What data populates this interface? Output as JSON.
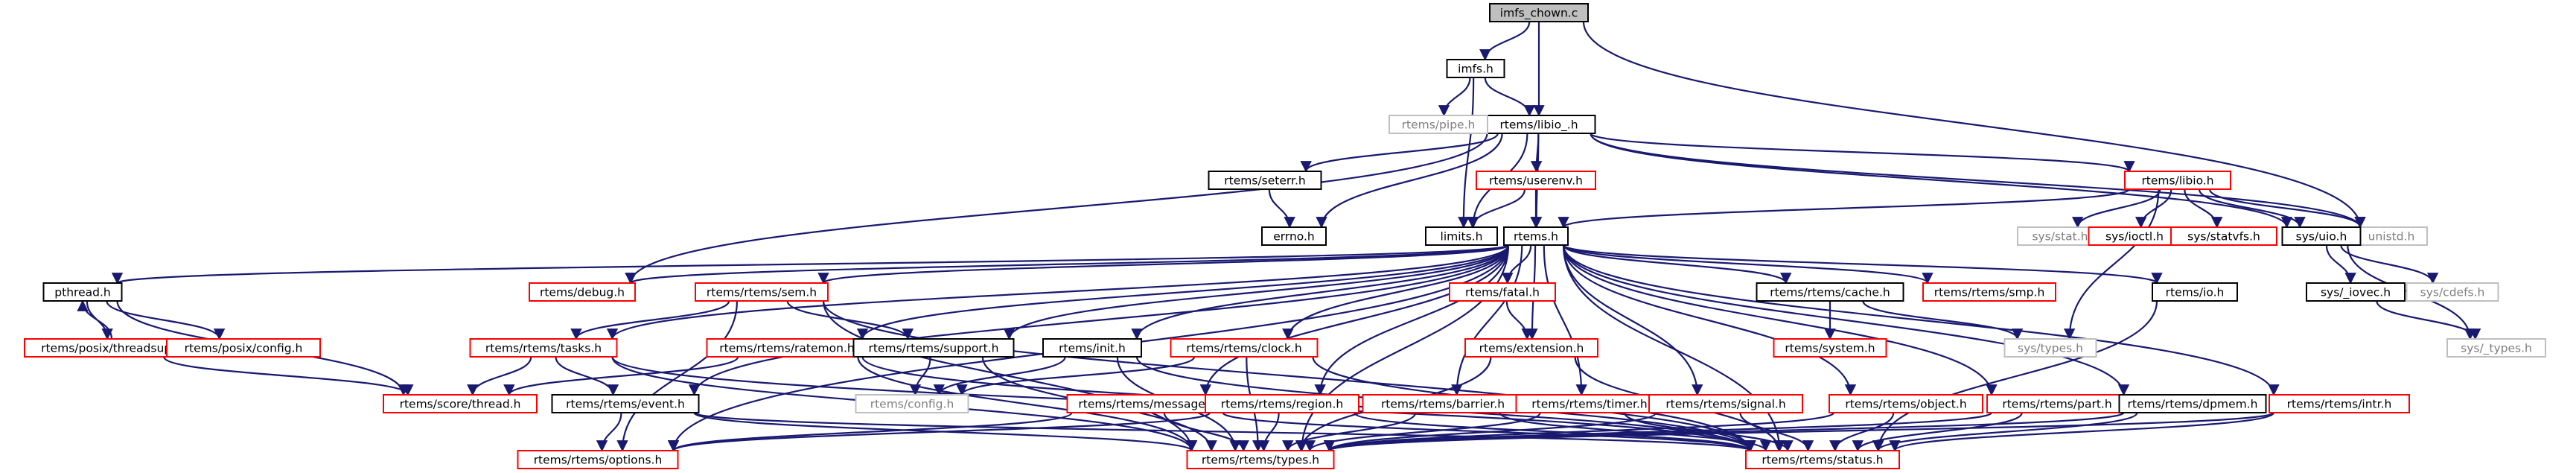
{
  "title": "imfs_chown.c",
  "colors": {
    "edge": "#191970",
    "root_fill": "#bfbfbf",
    "border_documented": "#000000",
    "border_undocumented": "#ff0000",
    "border_external": "#bfbfbf",
    "text": "#000000",
    "text_external": "#7f7f7f"
  },
  "nodes": [
    {
      "id": "root",
      "label": "imfs_chown.c",
      "kind": "root"
    },
    {
      "id": "imfs_h",
      "label": "imfs.h",
      "kind": "documented"
    },
    {
      "id": "rtems_libio_h_priv",
      "label": "rtems/libio_.h",
      "kind": "documented"
    },
    {
      "id": "unistd_h",
      "label": "unistd.h",
      "kind": "external"
    },
    {
      "id": "limits_h",
      "label": "limits.h",
      "kind": "documented"
    },
    {
      "id": "rtems_pipe_h",
      "label": "rtems/pipe.h",
      "kind": "external"
    },
    {
      "id": "rtems_seterr_h",
      "label": "rtems/seterr.h",
      "kind": "documented"
    },
    {
      "id": "rtems_userenv_h",
      "label": "rtems/userenv.h",
      "kind": "incomplete"
    },
    {
      "id": "rtems_libio_h",
      "label": "rtems/libio.h",
      "kind": "incomplete"
    },
    {
      "id": "errno_h",
      "label": "errno.h",
      "kind": "documented"
    },
    {
      "id": "rtems_h",
      "label": "rtems.h",
      "kind": "documented"
    },
    {
      "id": "sys_stat_h",
      "label": "sys/stat.h",
      "kind": "external"
    },
    {
      "id": "sys_ioctl_h",
      "label": "sys/ioctl.h",
      "kind": "incomplete"
    },
    {
      "id": "sys_statvfs_h",
      "label": "sys/statvfs.h",
      "kind": "incomplete"
    },
    {
      "id": "sys_uio_h",
      "label": "sys/uio.h",
      "kind": "documented"
    },
    {
      "id": "pthread_h",
      "label": "pthread.h",
      "kind": "documented"
    },
    {
      "id": "rtems_debug_h",
      "label": "rtems/debug.h",
      "kind": "incomplete"
    },
    {
      "id": "rtems_rtems_sem_h",
      "label": "rtems/rtems/sem.h",
      "kind": "incomplete"
    },
    {
      "id": "rtems_fatal_h",
      "label": "rtems/fatal.h",
      "kind": "incomplete"
    },
    {
      "id": "rtems_rtems_cache_h",
      "label": "rtems/rtems/cache.h",
      "kind": "documented"
    },
    {
      "id": "rtems_rtems_smp_h",
      "label": "rtems/rtems/smp.h",
      "kind": "incomplete"
    },
    {
      "id": "rtems_io_h",
      "label": "rtems/io.h",
      "kind": "documented"
    },
    {
      "id": "sys_iovec_h",
      "label": "sys/_iovec.h",
      "kind": "documented"
    },
    {
      "id": "sys_cdefs_h",
      "label": "sys/cdefs.h",
      "kind": "external"
    },
    {
      "id": "rtems_posix_threadsup_h",
      "label": "rtems/posix/threadsup.h",
      "kind": "incomplete"
    },
    {
      "id": "rtems_posix_config_h",
      "label": "rtems/posix/config.h",
      "kind": "incomplete"
    },
    {
      "id": "rtems_rtems_tasks_h",
      "label": "rtems/rtems/tasks.h",
      "kind": "incomplete"
    },
    {
      "id": "rtems_rtems_ratemon_h",
      "label": "rtems/rtems/ratemon.h",
      "kind": "incomplete"
    },
    {
      "id": "rtems_rtems_support_h",
      "label": "rtems/rtems/support.h",
      "kind": "documented"
    },
    {
      "id": "rtems_init_h",
      "label": "rtems/init.h",
      "kind": "documented"
    },
    {
      "id": "rtems_rtems_clock_h",
      "label": "rtems/rtems/clock.h",
      "kind": "incomplete"
    },
    {
      "id": "rtems_extension_h",
      "label": "rtems/extension.h",
      "kind": "incomplete"
    },
    {
      "id": "rtems_system_h",
      "label": "rtems/system.h",
      "kind": "incomplete"
    },
    {
      "id": "sys_types_h",
      "label": "sys/types.h",
      "kind": "external"
    },
    {
      "id": "sys_types_priv_h",
      "label": "sys/_types.h",
      "kind": "external"
    },
    {
      "id": "rtems_score_thread_h",
      "label": "rtems/score/thread.h",
      "kind": "incomplete"
    },
    {
      "id": "rtems_rtems_event_h",
      "label": "rtems/rtems/event.h",
      "kind": "documented"
    },
    {
      "id": "rtems_config_h",
      "label": "rtems/config.h",
      "kind": "external"
    },
    {
      "id": "rtems_rtems_message_h",
      "label": "rtems/rtems/message.h",
      "kind": "incomplete"
    },
    {
      "id": "rtems_rtems_region_h",
      "label": "rtems/rtems/region.h",
      "kind": "incomplete"
    },
    {
      "id": "rtems_rtems_barrier_h",
      "label": "rtems/rtems/barrier.h",
      "kind": "incomplete"
    },
    {
      "id": "rtems_rtems_timer_h",
      "label": "rtems/rtems/timer.h",
      "kind": "incomplete"
    },
    {
      "id": "rtems_rtems_signal_h",
      "label": "rtems/rtems/signal.h",
      "kind": "incomplete"
    },
    {
      "id": "rtems_rtems_object_h",
      "label": "rtems/rtems/object.h",
      "kind": "incomplete"
    },
    {
      "id": "rtems_rtems_part_h",
      "label": "rtems/rtems/part.h",
      "kind": "incomplete"
    },
    {
      "id": "rtems_rtems_dpmem_h",
      "label": "rtems/rtems/dpmem.h",
      "kind": "documented"
    },
    {
      "id": "rtems_rtems_intr_h",
      "label": "rtems/rtems/intr.h",
      "kind": "incomplete"
    },
    {
      "id": "rtems_rtems_options_h",
      "label": "rtems/rtems/options.h",
      "kind": "incomplete"
    },
    {
      "id": "rtems_rtems_types_h",
      "label": "rtems/rtems/types.h",
      "kind": "incomplete"
    },
    {
      "id": "rtems_rtems_status_h",
      "label": "rtems/rtems/status.h",
      "kind": "incomplete"
    }
  ],
  "edges": [
    [
      "root",
      "imfs_h"
    ],
    [
      "root",
      "rtems_libio_h_priv"
    ],
    [
      "root",
      "unistd_h"
    ],
    [
      "imfs_h",
      "limits_h"
    ],
    [
      "imfs_h",
      "rtems_pipe_h"
    ],
    [
      "imfs_h",
      "rtems_libio_h_priv"
    ],
    [
      "rtems_libio_h_priv",
      "rtems_seterr_h"
    ],
    [
      "rtems_libio_h_priv",
      "rtems_userenv_h"
    ],
    [
      "rtems_libio_h_priv",
      "rtems_libio_h"
    ],
    [
      "rtems_libio_h_priv",
      "errno_h"
    ],
    [
      "rtems_libio_h_priv",
      "limits_h"
    ],
    [
      "rtems_libio_h_priv",
      "rtems_h"
    ],
    [
      "rtems_libio_h_priv",
      "sys_uio_h"
    ],
    [
      "rtems_libio_h_priv",
      "unistd_h"
    ],
    [
      "rtems_libio_h_priv",
      "rtems_debug_h"
    ],
    [
      "rtems_seterr_h",
      "errno_h"
    ],
    [
      "rtems_userenv_h",
      "limits_h"
    ],
    [
      "rtems_userenv_h",
      "rtems_h"
    ],
    [
      "rtems_libio_h",
      "sys_stat_h"
    ],
    [
      "rtems_libio_h",
      "sys_ioctl_h"
    ],
    [
      "rtems_libio_h",
      "sys_statvfs_h"
    ],
    [
      "rtems_libio_h",
      "sys_uio_h"
    ],
    [
      "rtems_libio_h",
      "unistd_h"
    ],
    [
      "rtems_libio_h",
      "rtems_h"
    ],
    [
      "rtems_libio_h",
      "sys_types_h"
    ],
    [
      "rtems_h",
      "pthread_h"
    ],
    [
      "rtems_h",
      "rtems_debug_h"
    ],
    [
      "rtems_h",
      "rtems_rtems_sem_h"
    ],
    [
      "rtems_h",
      "rtems_fatal_h"
    ],
    [
      "rtems_h",
      "rtems_rtems_cache_h"
    ],
    [
      "rtems_h",
      "rtems_rtems_smp_h"
    ],
    [
      "rtems_h",
      "rtems_io_h"
    ],
    [
      "rtems_h",
      "rtems_rtems_tasks_h"
    ],
    [
      "rtems_h",
      "rtems_rtems_ratemon_h"
    ],
    [
      "rtems_h",
      "rtems_rtems_support_h"
    ],
    [
      "rtems_h",
      "rtems_init_h"
    ],
    [
      "rtems_h",
      "rtems_rtems_clock_h"
    ],
    [
      "rtems_h",
      "rtems_extension_h"
    ],
    [
      "rtems_h",
      "rtems_rtems_event_h"
    ],
    [
      "rtems_h",
      "rtems_rtems_message_h"
    ],
    [
      "rtems_h",
      "rtems_rtems_region_h"
    ],
    [
      "rtems_h",
      "rtems_rtems_barrier_h"
    ],
    [
      "rtems_h",
      "rtems_rtems_timer_h"
    ],
    [
      "rtems_h",
      "rtems_rtems_signal_h"
    ],
    [
      "rtems_h",
      "rtems_rtems_object_h"
    ],
    [
      "rtems_h",
      "rtems_rtems_part_h"
    ],
    [
      "rtems_h",
      "rtems_rtems_dpmem_h"
    ],
    [
      "rtems_h",
      "rtems_rtems_intr_h"
    ],
    [
      "rtems_h",
      "rtems_rtems_options_h"
    ],
    [
      "rtems_h",
      "rtems_rtems_types_h"
    ],
    [
      "rtems_h",
      "rtems_rtems_status_h"
    ],
    [
      "sys_uio_h",
      "sys_iovec_h"
    ],
    [
      "sys_uio_h",
      "sys_cdefs_h"
    ],
    [
      "sys_uio_h",
      "sys_types_priv_h"
    ],
    [
      "sys_iovec_h",
      "sys_types_priv_h"
    ],
    [
      "pthread_h",
      "rtems_posix_threadsup_h"
    ],
    [
      "pthread_h",
      "rtems_posix_config_h"
    ],
    [
      "pthread_h",
      "rtems_score_thread_h"
    ],
    [
      "rtems_posix_threadsup_h",
      "pthread_h"
    ],
    [
      "rtems_posix_threadsup_h",
      "rtems_score_thread_h"
    ],
    [
      "rtems_rtems_sem_h",
      "rtems_rtems_tasks_h"
    ],
    [
      "rtems_rtems_sem_h",
      "rtems_rtems_support_h"
    ],
    [
      "rtems_rtems_sem_h",
      "rtems_rtems_options_h"
    ],
    [
      "rtems_rtems_sem_h",
      "rtems_rtems_types_h"
    ],
    [
      "rtems_rtems_sem_h",
      "rtems_rtems_status_h"
    ],
    [
      "rtems_rtems_tasks_h",
      "rtems_score_thread_h"
    ],
    [
      "rtems_rtems_tasks_h",
      "rtems_rtems_event_h"
    ],
    [
      "rtems_rtems_tasks_h",
      "rtems_rtems_types_h"
    ],
    [
      "rtems_rtems_tasks_h",
      "rtems_rtems_status_h"
    ],
    [
      "rtems_rtems_ratemon_h",
      "rtems_score_thread_h"
    ],
    [
      "rtems_rtems_ratemon_h",
      "rtems_rtems_types_h"
    ],
    [
      "rtems_rtems_ratemon_h",
      "rtems_rtems_status_h"
    ],
    [
      "rtems_rtems_support_h",
      "rtems_config_h"
    ],
    [
      "rtems_rtems_support_h",
      "rtems_rtems_types_h"
    ],
    [
      "rtems_init_h",
      "rtems_config_h"
    ],
    [
      "rtems_init_h",
      "rtems_rtems_types_h"
    ],
    [
      "rtems_init_h",
      "rtems_rtems_status_h"
    ],
    [
      "rtems_rtems_clock_h",
      "rtems_config_h"
    ],
    [
      "rtems_rtems_clock_h",
      "rtems_rtems_types_h"
    ],
    [
      "rtems_rtems_clock_h",
      "rtems_rtems_status_h"
    ],
    [
      "rtems_fatal_h",
      "rtems_extension_h"
    ],
    [
      "rtems_extension_h",
      "rtems_rtems_types_h"
    ],
    [
      "rtems_extension_h",
      "rtems_rtems_status_h"
    ],
    [
      "rtems_rtems_cache_h",
      "rtems_system_h"
    ],
    [
      "rtems_rtems_cache_h",
      "sys_types_h"
    ],
    [
      "rtems_io_h",
      "rtems_rtems_status_h"
    ],
    [
      "rtems_rtems_event_h",
      "rtems_rtems_options_h"
    ],
    [
      "rtems_rtems_event_h",
      "rtems_rtems_types_h"
    ],
    [
      "rtems_rtems_event_h",
      "rtems_rtems_status_h"
    ],
    [
      "rtems_rtems_message_h",
      "rtems_rtems_options_h"
    ],
    [
      "rtems_rtems_message_h",
      "rtems_rtems_types_h"
    ],
    [
      "rtems_rtems_message_h",
      "rtems_rtems_status_h"
    ],
    [
      "rtems_rtems_region_h",
      "rtems_rtems_options_h"
    ],
    [
      "rtems_rtems_region_h",
      "rtems_rtems_types_h"
    ],
    [
      "rtems_rtems_region_h",
      "rtems_rtems_status_h"
    ],
    [
      "rtems_rtems_barrier_h",
      "rtems_rtems_types_h"
    ],
    [
      "rtems_rtems_barrier_h",
      "rtems_rtems_status_h"
    ],
    [
      "rtems_rtems_timer_h",
      "rtems_rtems_types_h"
    ],
    [
      "rtems_rtems_timer_h",
      "rtems_rtems_status_h"
    ],
    [
      "rtems_rtems_signal_h",
      "rtems_rtems_types_h"
    ],
    [
      "rtems_rtems_signal_h",
      "rtems_rtems_status_h"
    ],
    [
      "rtems_rtems_object_h",
      "rtems_rtems_types_h"
    ],
    [
      "rtems_rtems_object_h",
      "rtems_rtems_status_h"
    ],
    [
      "rtems_rtems_part_h",
      "rtems_rtems_types_h"
    ],
    [
      "rtems_rtems_part_h",
      "rtems_rtems_status_h"
    ],
    [
      "rtems_rtems_dpmem_h",
      "rtems_rtems_types_h"
    ],
    [
      "rtems_rtems_dpmem_h",
      "rtems_rtems_status_h"
    ],
    [
      "rtems_rtems_intr_h",
      "rtems_rtems_types_h"
    ],
    [
      "rtems_rtems_intr_h",
      "rtems_rtems_status_h"
    ]
  ]
}
